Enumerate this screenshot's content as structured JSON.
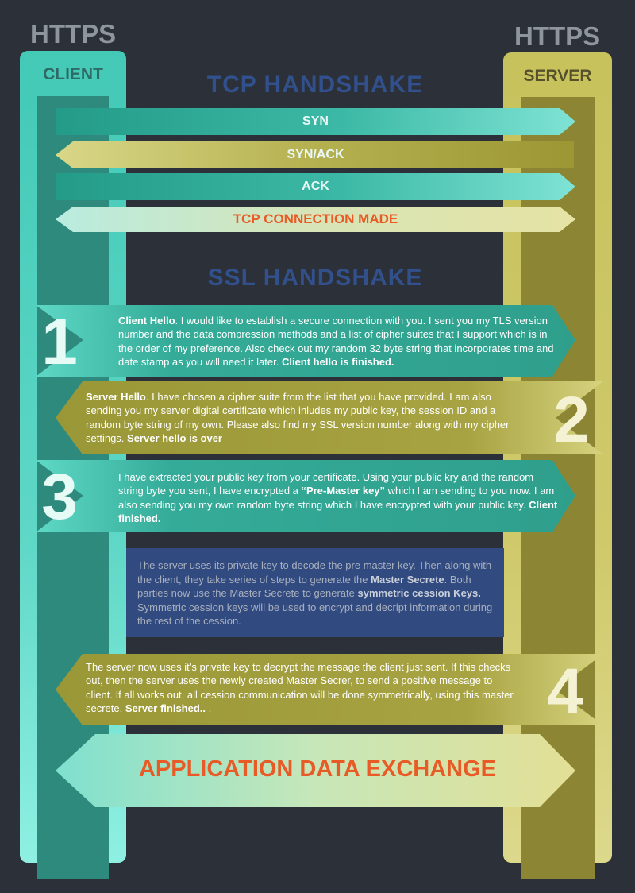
{
  "labels": {
    "https_left": "HTTPS",
    "https_right": "HTTPS",
    "client": "CLIENT",
    "server": "SERVER"
  },
  "tcp": {
    "title": "TCP HANDSHAKE",
    "syn": "SYN",
    "synack": "SYN/ACK",
    "ack": "ACK",
    "made": "TCP CONNECTION MADE"
  },
  "ssl": {
    "title": "SSL HANDSHAKE",
    "steps": [
      {
        "num": "1",
        "lead": "Client Hello",
        "body": ".  I would like to establish a secure connection with you. I sent you my TLS version number and the data compression methods  and a list of cipher suites that I support which is in the order of my preference. Also check out my random 32 byte string that incorporates time and date stamp as you will need it later. ",
        "end": "Client hello is finished."
      },
      {
        "num": "2",
        "lead": "Server Hello",
        "body": ". I have chosen a cipher suite from the list that you have provided.  I am also sending you my server digital certificate which inludes my public key, the session ID and a random byte string of my own. Please also  find  my SSL version number along with my cipher settings. ",
        "end": "Server hello is over"
      },
      {
        "num": "3",
        "pre": " I have extracted your public key from your certificate. Using your public kry and the  random string byte you sent, I have encrypted a  ",
        "key": "“Pre-Master key”",
        "post": "  which I am sending to you now. I am also sending you my own random byte string which I have encrypted with your public key. ",
        "end": "Client finished."
      },
      {
        "num": "4",
        "body": "The server now uses it’s private key to decrypt the message the client just sent. If this checks out, then the server uses the newly created Master Secrer, to send a positive message to client. If all works out, all cession communication will be done symmetrically, using this master secrete. ",
        "end": "Server finished..",
        "tail": "   ."
      }
    ],
    "info": {
      "t1": "The server uses its private key to decode the pre master key. Then along with the client, they take series of steps to generate the ",
      "b1": "Master Secrete",
      "t2": ". Both parties now use the Master Secrete to generate ",
      "b2": "symmetric cession Keys.",
      "t3": " Symmetric cession keys will be used to encrypt and decript information during the rest of the cession."
    }
  },
  "app": {
    "label": "APPLICATION DATA EXCHANGE"
  },
  "colors": {
    "background": "#2c3038",
    "client_teal": "#43c9b6",
    "server_olive": "#c7c25c",
    "heading_blue": "#31508c",
    "accent_orange": "#e85a26"
  }
}
